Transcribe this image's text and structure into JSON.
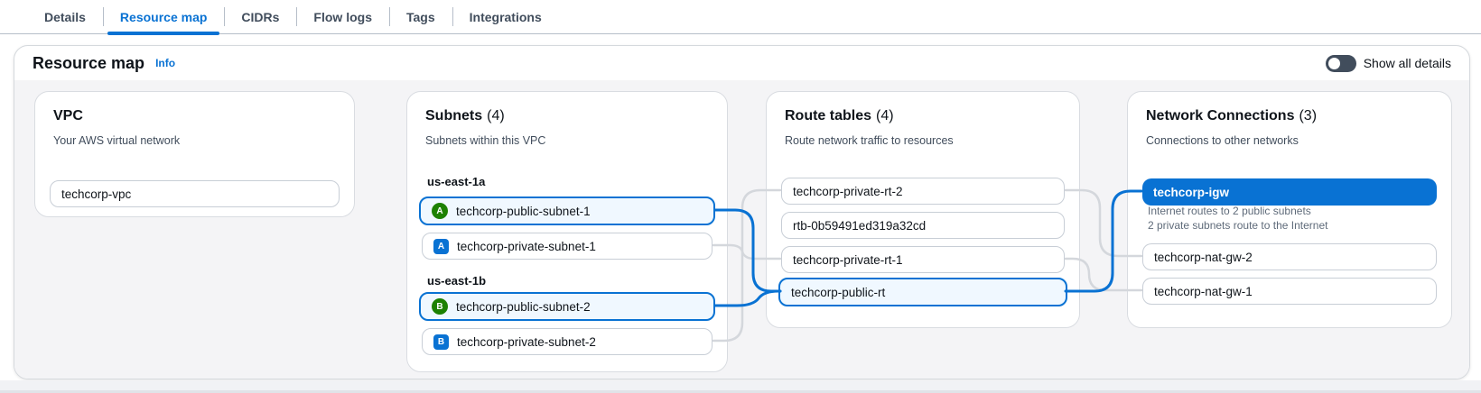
{
  "tabs": {
    "details": "Details",
    "resource_map": "Resource map",
    "cidrs": "CIDRs",
    "flow_logs": "Flow logs",
    "tags": "Tags",
    "integrations": "Integrations"
  },
  "header": {
    "title": "Resource map",
    "info": "Info",
    "toggle_label": "Show all details"
  },
  "vpc": {
    "title": "VPC",
    "subtitle": "Your AWS virtual network",
    "item": "techcorp-vpc"
  },
  "subnets": {
    "title": "Subnets",
    "count": "(4)",
    "subtitle": "Subnets within this VPC",
    "group_a": "us-east-1a",
    "group_b": "us-east-1b",
    "badge_a": "A",
    "badge_b": "B",
    "public1": "techcorp-public-subnet-1",
    "private1": "techcorp-private-subnet-1",
    "public2": "techcorp-public-subnet-2",
    "private2": "techcorp-private-subnet-2"
  },
  "route_tables": {
    "title": "Route tables",
    "count": "(4)",
    "subtitle": "Route network traffic to resources",
    "rt_private2": "techcorp-private-rt-2",
    "rt_main": "rtb-0b59491ed319a32cd",
    "rt_private1": "techcorp-private-rt-1",
    "rt_public": "techcorp-public-rt"
  },
  "connections": {
    "title": "Network Connections",
    "count": "(3)",
    "subtitle": "Connections to other networks",
    "igw": "techcorp-igw",
    "igw_desc1": "Internet routes to 2 public subnets",
    "igw_desc2": "2 private subnets route to the Internet",
    "nat2": "techcorp-nat-gw-2",
    "nat1": "techcorp-nat-gw-1"
  },
  "colors": {
    "accent": "#0972d3",
    "highlight_bg": "#f0f8ff",
    "badge_green": "#1d8102",
    "badge_blue": "#0972d3",
    "connector_gray": "#d4d7dc"
  }
}
